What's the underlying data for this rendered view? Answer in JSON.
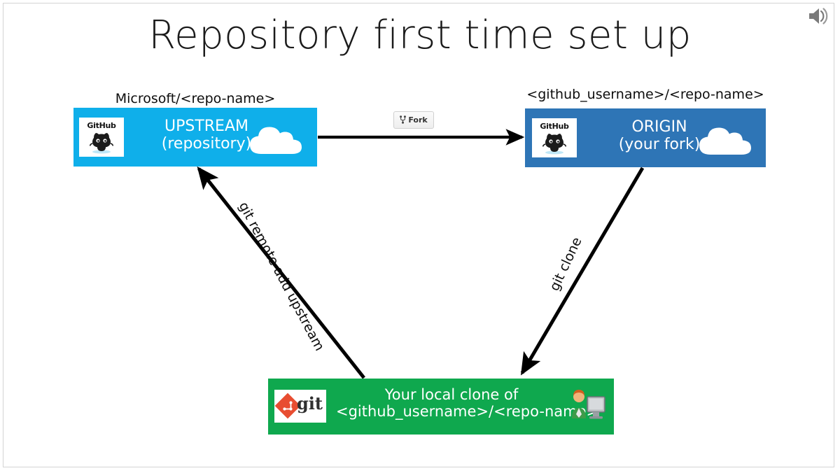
{
  "slide": {
    "title": "Repository first time set up",
    "audio_icon": "speaker-icon",
    "background_color": "#ffffff",
    "border_color": "#d4d4d4"
  },
  "nodes": {
    "upstream": {
      "caption": "Microsoft/<repo-name>",
      "line1": "UPSTREAM",
      "line2": "(repository)",
      "color": "#0FAFEA",
      "logo_word": "GitHub",
      "logo_icon": "github-octocat-icon",
      "cloud_icon": "cloud-icon"
    },
    "origin": {
      "caption": "<github_username>/<repo-name>",
      "line1": "ORIGIN",
      "line2": "(your fork)",
      "color": "#2E75B6",
      "logo_word": "GitHub",
      "logo_icon": "github-octocat-icon",
      "cloud_icon": "cloud-icon"
    },
    "local": {
      "line1": "Your local clone of",
      "line2": "<github_username>/<repo-name>",
      "color": "#0FA84E",
      "logo_word": "git",
      "logo_icon": "git-diamond-icon",
      "person_icon": "person-at-computer-icon"
    }
  },
  "edges": {
    "fork": {
      "label": "Fork",
      "icon": "fork-branch-icon"
    },
    "remote_add": {
      "label": "git remote add upstream"
    },
    "clone": {
      "label": "git clone"
    }
  },
  "chart_data": {
    "type": "diagram",
    "title": "Repository first time set up",
    "nodes": [
      {
        "id": "upstream",
        "label": "UPSTREAM (repository)",
        "caption": "Microsoft/<repo-name>",
        "color": "#0FAFEA"
      },
      {
        "id": "origin",
        "label": "ORIGIN (your fork)",
        "caption": "<github_username>/<repo-name>",
        "color": "#2E75B6"
      },
      {
        "id": "local",
        "label": "Your local clone of <github_username>/<repo-name>",
        "color": "#0FA84E"
      }
    ],
    "edges": [
      {
        "from": "upstream",
        "to": "origin",
        "label": "Fork"
      },
      {
        "from": "origin",
        "to": "local",
        "label": "git clone"
      },
      {
        "from": "local",
        "to": "upstream",
        "label": "git remote add upstream"
      }
    ]
  }
}
